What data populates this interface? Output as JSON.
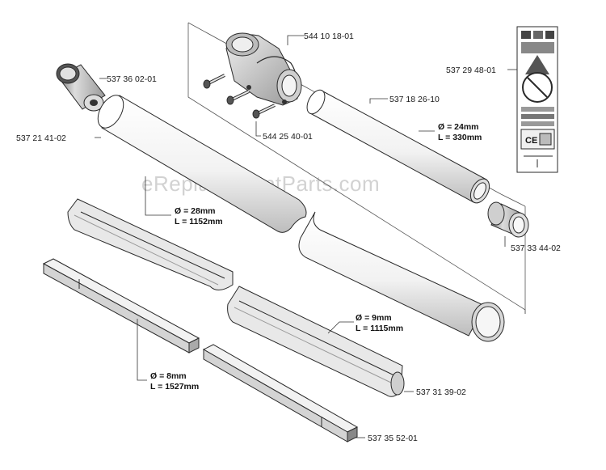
{
  "watermark": "eReplacementParts.com",
  "parts": {
    "coupling_housing": "544 10 18-01",
    "screws": "544 25 40-01",
    "end_cap": "537 36 02-01",
    "main_tube": "537 21 41-02",
    "small_tube": "537 18 26-10",
    "bushing": "537 33 44-02",
    "decal": "537 29 48-01",
    "liner": "537 31 39-02",
    "drive_shaft": "537 35 52-01"
  },
  "dimensions": {
    "main_tube": {
      "diameter": "Ø = 28mm",
      "length": "L = 1152mm"
    },
    "small_tube": {
      "diameter": "Ø = 24mm",
      "length": "L = 330mm"
    },
    "liner": {
      "diameter": "Ø = 9mm",
      "length": "L = 1115mm"
    },
    "drive_shaft": {
      "diameter": "Ø = 8mm",
      "length": "L = 1527mm"
    }
  },
  "decal": {
    "ce_mark": "CE"
  },
  "colors": {
    "line": "#2a2a2a",
    "shade": "#bdbdbd",
    "light": "#e6e6e6",
    "watermark": "#d2d2d2"
  }
}
